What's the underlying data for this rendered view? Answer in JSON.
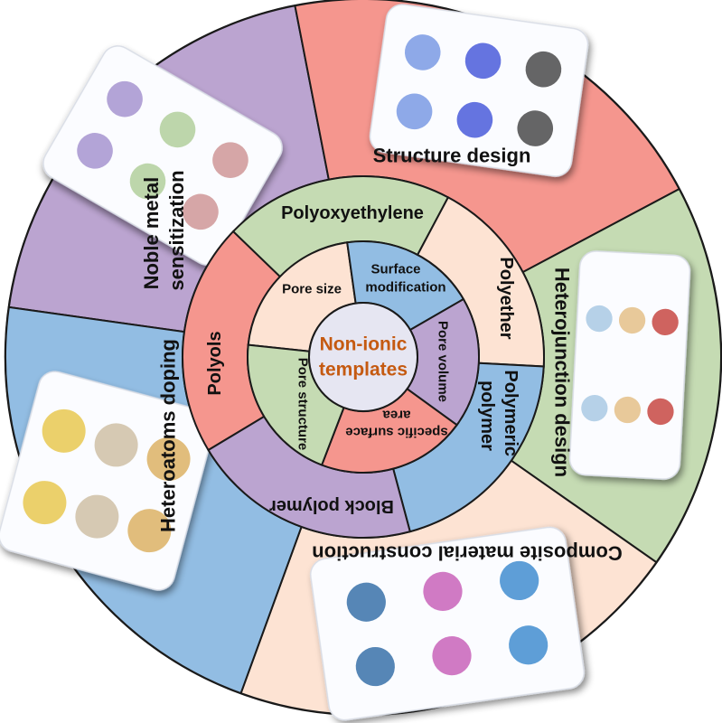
{
  "colors": {
    "purple": "#bba4d0",
    "red": "#f5968e",
    "green": "#c5dbb3",
    "peach": "#fde3d3",
    "blue": "#92bde3",
    "center_fill": "#e6e6f2",
    "center_text": "#c55a11",
    "outline": "#1a1a1a"
  },
  "center": {
    "lines": [
      "Non-ionic",
      "templates"
    ]
  },
  "outer_ring": [
    {
      "label": "Noble metal sensitization",
      "color": "purple"
    },
    {
      "label": "Structure design",
      "color": "red"
    },
    {
      "label": "Heterojunction design",
      "color": "green"
    },
    {
      "label": "Composite material construction",
      "color": "peach"
    },
    {
      "label": "Heteroatoms doping",
      "color": "blue"
    }
  ],
  "middle_ring": [
    {
      "label": "Polyols",
      "color": "red"
    },
    {
      "label": "Polyoxyethylene",
      "color": "green"
    },
    {
      "label": "Polyether",
      "color": "peach"
    },
    {
      "label": "Polymeric polymer",
      "color": "blue"
    },
    {
      "label": "Block polymer",
      "color": "purple"
    }
  ],
  "inner_ring": [
    {
      "lines": [
        "Pore size"
      ],
      "color": "peach"
    },
    {
      "lines": [
        "Surface",
        "modification"
      ],
      "color": "blue"
    },
    {
      "lines": [
        "Pore volume"
      ],
      "color": "purple"
    },
    {
      "lines": [
        "specific surface",
        "area"
      ],
      "color": "red"
    },
    {
      "lines": [
        "Pore structure"
      ],
      "color": "green"
    }
  ],
  "figure_cards": [
    {
      "topic": "noble-metal-sensitization"
    },
    {
      "topic": "structure-design"
    },
    {
      "topic": "heterojunction-design"
    },
    {
      "topic": "heteroatoms-doping"
    },
    {
      "topic": "composite-material-construction"
    }
  ]
}
